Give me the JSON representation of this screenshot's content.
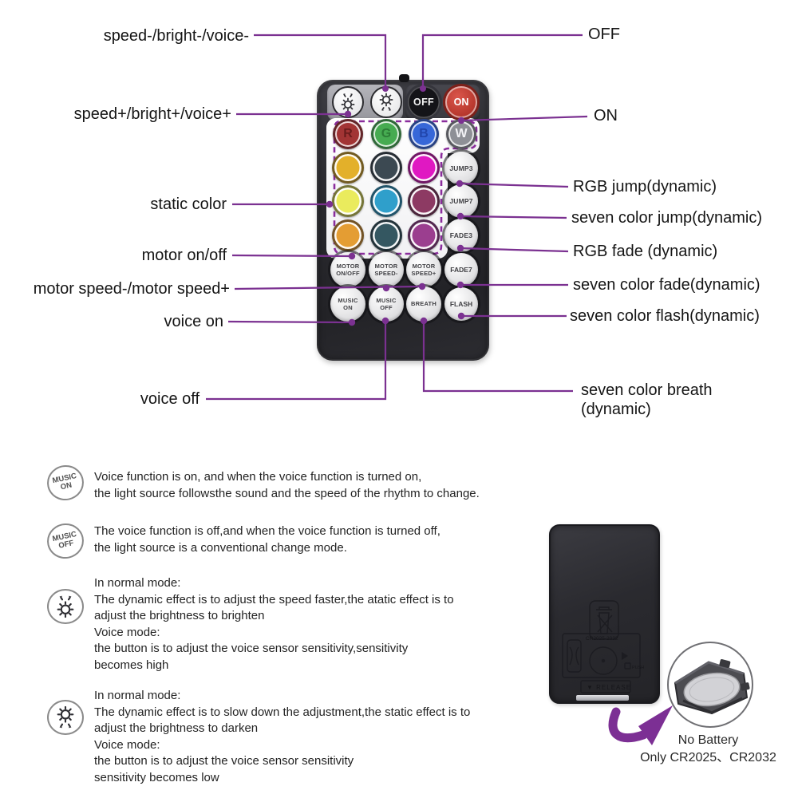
{
  "colors": {
    "callout_line": "#7b3191",
    "arrow": "#7c2f94",
    "remote_body": "#2c2c31",
    "dashed_outline": "#8a2d9c"
  },
  "callouts": {
    "speed_minus": "speed-/bright-/voice-",
    "off": "OFF",
    "speed_plus": "speed+/bright+/voice+",
    "on": "ON",
    "static_color": "static color",
    "rgb_jump": "RGB jump(dynamic)",
    "seven_jump": "seven color jump(dynamic)",
    "rgb_fade": "RGB fade (dynamic)",
    "motor_onoff": "motor on/off",
    "motor_speed": "motor speed-/motor speed+",
    "seven_fade": "seven color fade(dynamic)",
    "voice_on": "voice on",
    "seven_flash": "seven color flash(dynamic)",
    "voice_off": "voice off",
    "seven_breath": "seven color breath\n(dynamic)"
  },
  "remote": {
    "off": "OFF",
    "on": "ON",
    "rgbw": [
      {
        "label": "R",
        "bg": "#a23434",
        "fg": "#6a1c1c"
      },
      {
        "label": "G",
        "bg": "#46ab51",
        "fg": "#2c7c36"
      },
      {
        "label": "B",
        "bg": "#3767d8",
        "fg": "#2145ab"
      },
      {
        "label": "W",
        "bg": "#8e9096",
        "fg": "#f2f2f5"
      }
    ],
    "swatches": [
      "#e3b02a",
      "#3c4952",
      "#e018c2",
      "#eaeb5d",
      "#2f9fcb",
      "#8d3a63",
      "#e49d33",
      "#345761",
      "#9b3e8f"
    ],
    "side": [
      "JUMP3",
      "JUMP7",
      "FADE3"
    ],
    "row6": [
      "MOTOR\nON/OFF",
      "MOTOR\nSPEED-",
      "MOTOR\nSPEED+",
      "FADE7"
    ],
    "row7": [
      "MUSIC\nON",
      "MUSIC\nOFF",
      "BREATH",
      "FLASH"
    ]
  },
  "legend": {
    "music_on_icon": "MUSIC\nON",
    "music_off_icon": "MUSIC\nOFF",
    "block1": "Voice function is on, and when the voice function is turned on,\nthe light source followsthe sound and the speed of the rhythm to change.",
    "block2": "The voice function is off,and when the voice function is turned off,\nthe light source is a conventional change mode.",
    "block3": "In normal mode:\nThe dynamic effect is to adjust the speed faster,the atatic effect is to\nadjust the brightness to brighten\nVoice mode:\nthe button is to adjust the voice sensor sensitivity,sensitivity\nbecomes high",
    "block4": "In normal mode:\nThe dynamic effect is to slow down the adjustment,the static effect is to\nadjust the brightness to darken\nVoice mode:\nthe button is to adjust the voice sensor sensitivity\nsensitivity becomes low"
  },
  "back": {
    "battery_type": "CR2025-2032",
    "release": "▼ RELEASE",
    "push": "PUSH",
    "note1": "No Battery",
    "note2": "Only CR2025、CR2032"
  }
}
